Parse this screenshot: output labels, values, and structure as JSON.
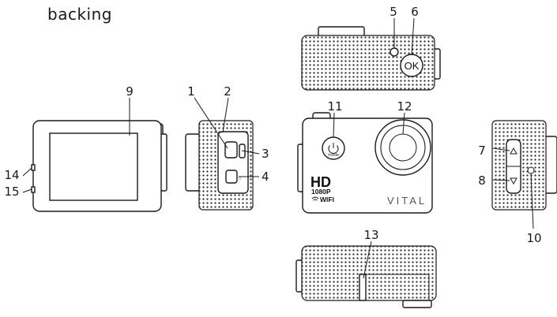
{
  "heading": "backing",
  "labels": {
    "n1": "1",
    "n2": "2",
    "n3": "3",
    "n4": "4",
    "n5": "5",
    "n6": "6",
    "n7": "7",
    "n8": "8",
    "n9": "9",
    "n10": "10",
    "n11": "11",
    "n12": "12",
    "n13": "13",
    "n14": "14",
    "n15": "15"
  },
  "front": {
    "mode_label": "mode",
    "hd": "HD",
    "resolution": "1080P",
    "wifi": "WIFI",
    "brand": "VITAL"
  },
  "top": {
    "ok_label": "OK"
  }
}
